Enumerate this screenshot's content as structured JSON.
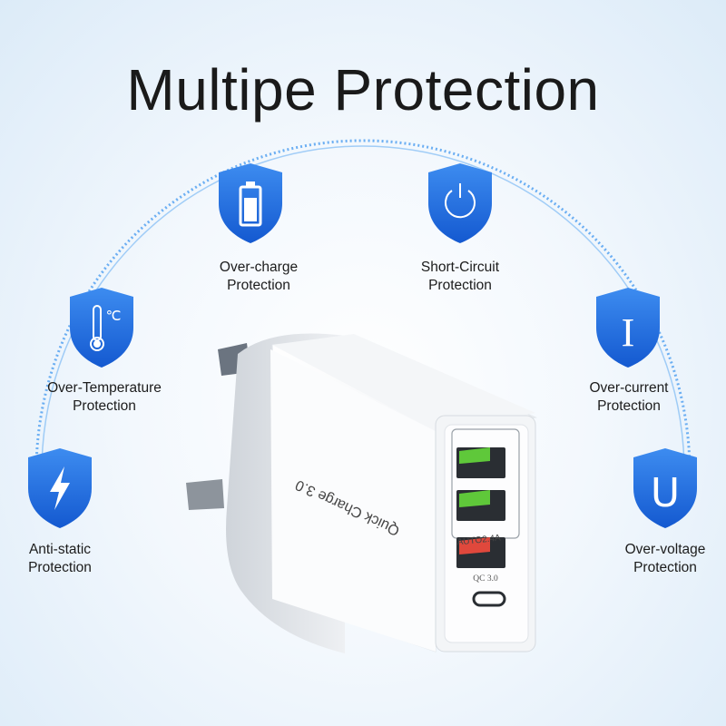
{
  "title": "Multipe Protection",
  "features": [
    {
      "icon": "battery-icon",
      "line1": "Over-charge",
      "line2": "Protection"
    },
    {
      "icon": "power-icon",
      "line1": "Short-Circuit",
      "line2": "Protection"
    },
    {
      "icon": "thermometer-icon",
      "line1": "Over-Temperature",
      "line2": "Protection",
      "symbol": "℃"
    },
    {
      "icon": "current-icon",
      "line1": "Over-current",
      "line2": "Protection",
      "symbol": "I"
    },
    {
      "icon": "lightning-icon",
      "line1": "Anti-static",
      "line2": "Protection"
    },
    {
      "icon": "voltage-icon",
      "line1": "Over-voltage",
      "line2": "Protection",
      "symbol": "U"
    }
  ],
  "charger": {
    "side_text": "Quick Charge 3.0",
    "auto_label": "AUTO2.4A",
    "qc_label": "QC 3.0"
  },
  "colors": {
    "accent": "#1e6fe0",
    "usb_green": "#5fc83a",
    "usb_red": "#e0483c"
  }
}
